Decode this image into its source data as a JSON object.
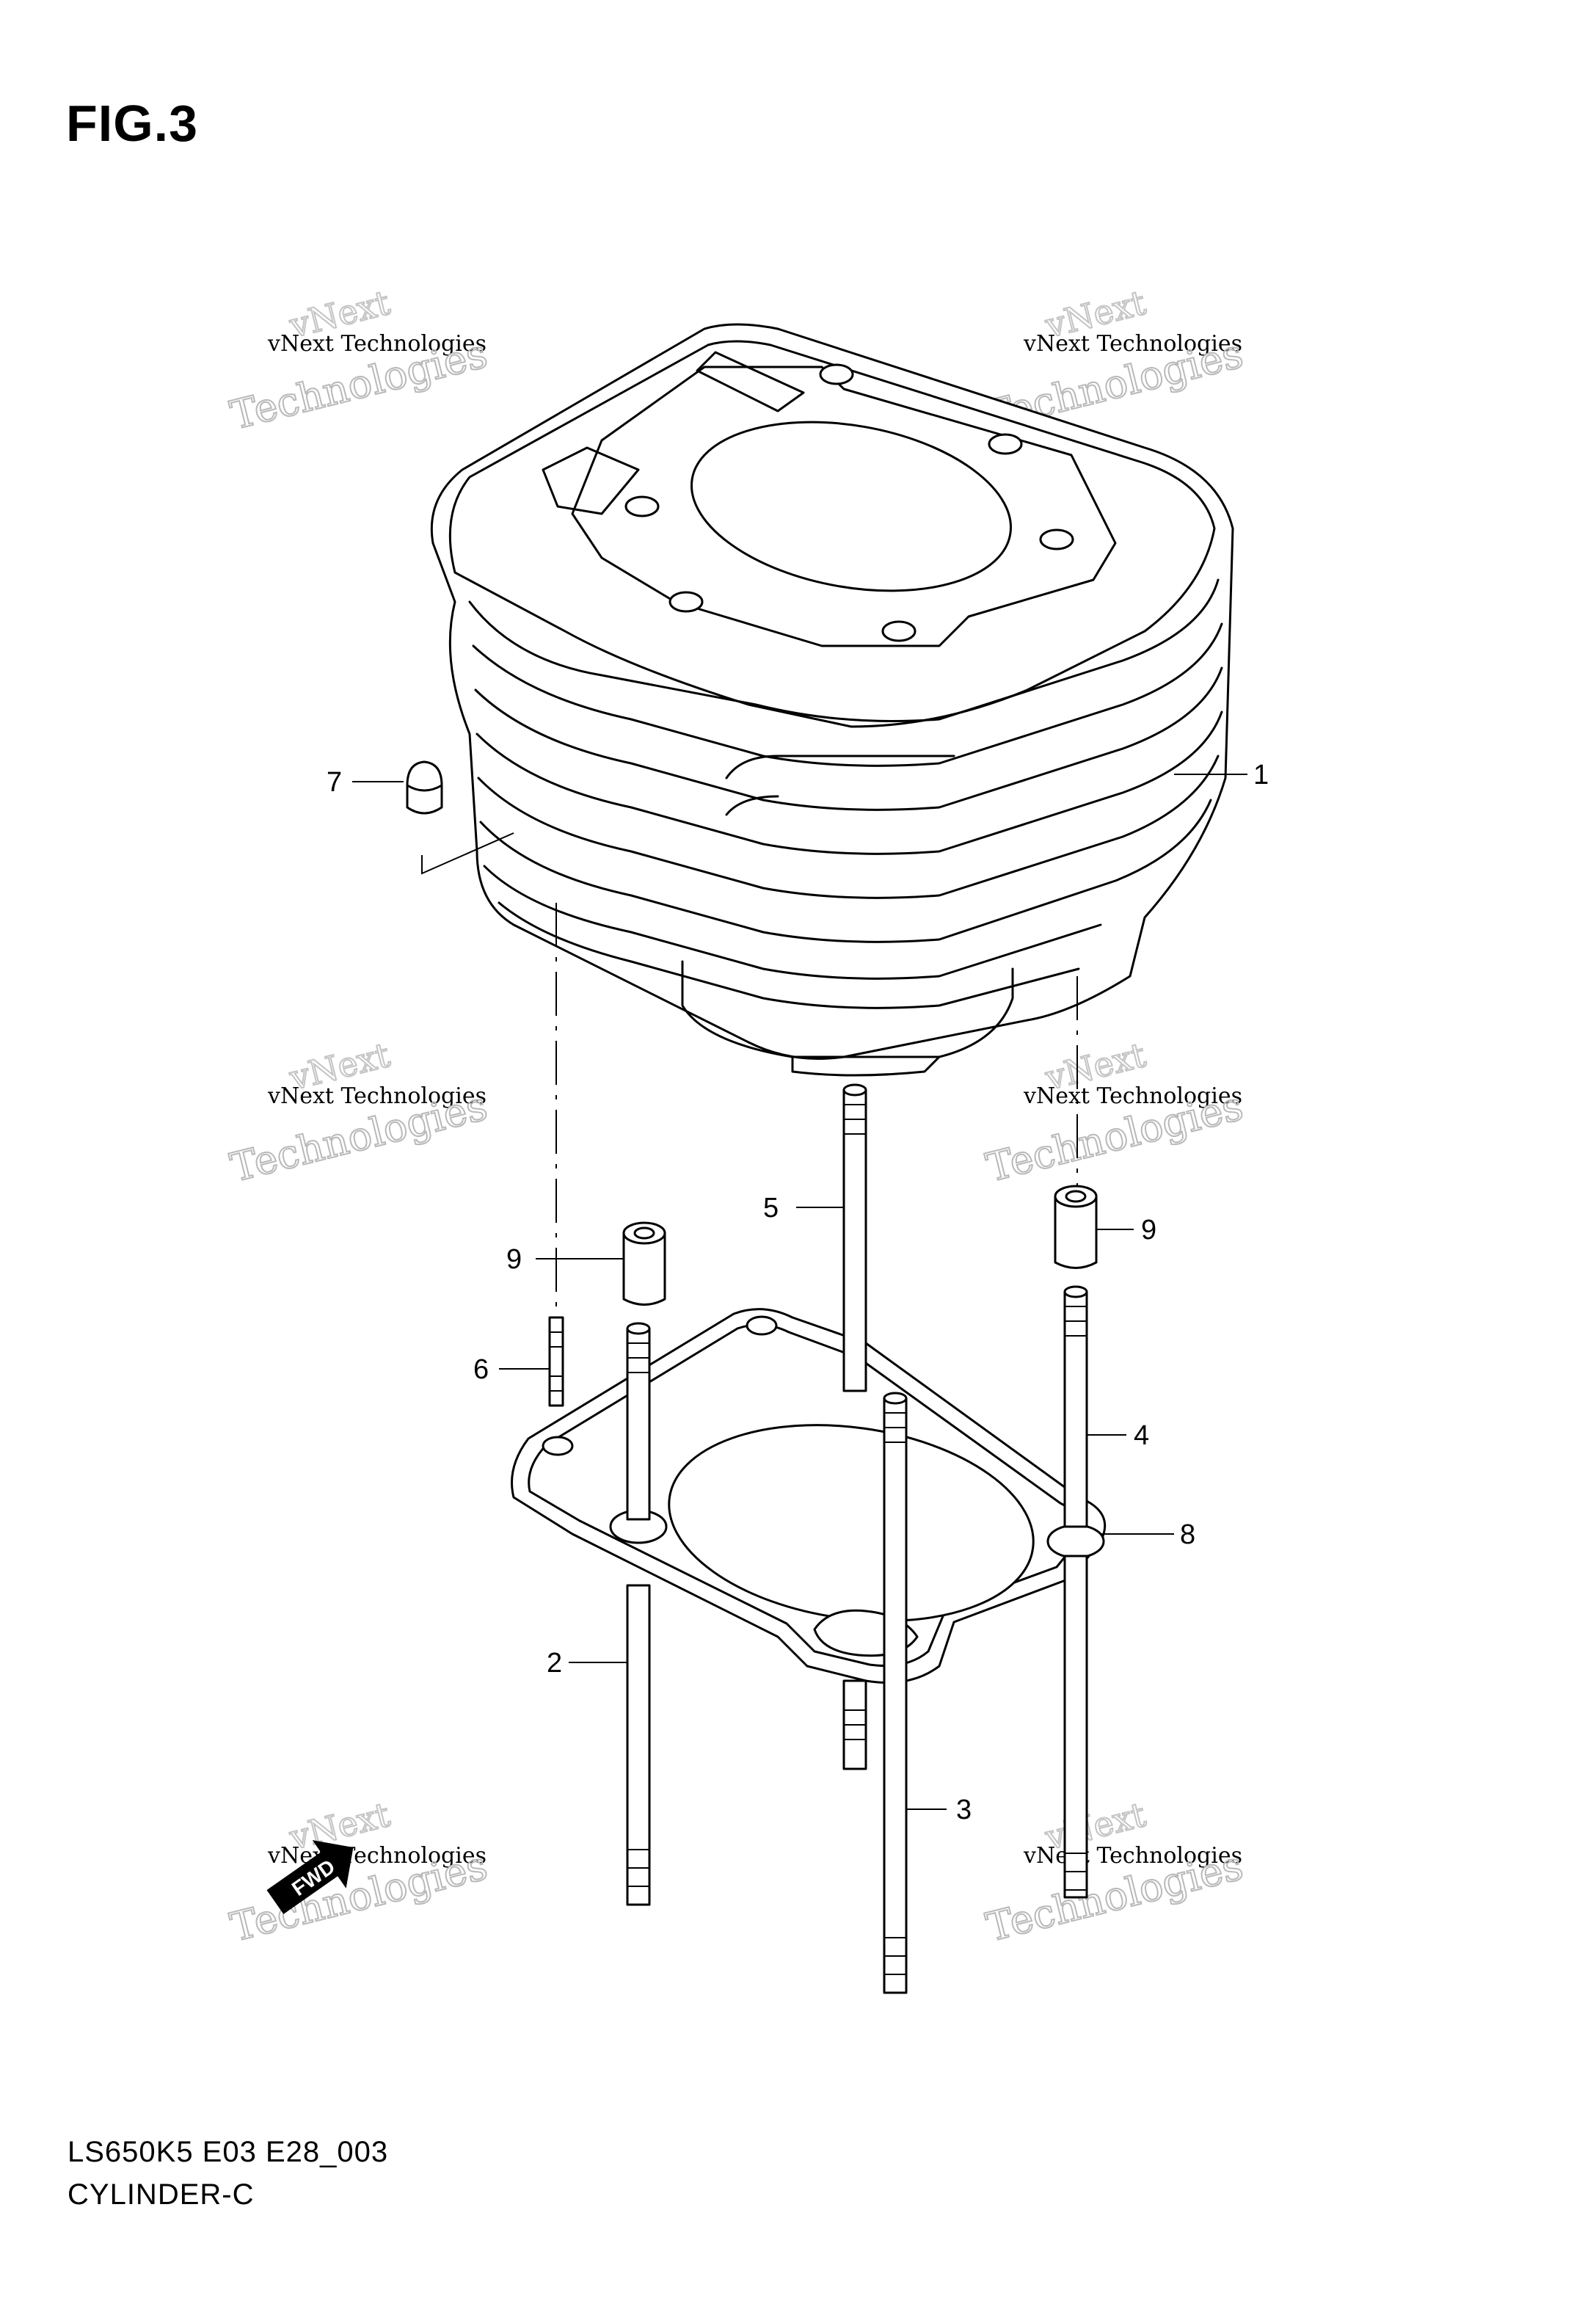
{
  "figure_title": "FIG.3",
  "footer": {
    "model_code": "LS650K5 E03 E28_003",
    "diagram_name": "CYLINDER-C"
  },
  "watermark": {
    "line_small": "vNext Technologies",
    "line_large": "Technologies",
    "line_top": "vNext"
  },
  "fwd_badge": "FWD",
  "callouts": [
    {
      "id": "1",
      "label": "1"
    },
    {
      "id": "2",
      "label": "2"
    },
    {
      "id": "3",
      "label": "3"
    },
    {
      "id": "4",
      "label": "4"
    },
    {
      "id": "5",
      "label": "5"
    },
    {
      "id": "6",
      "label": "6"
    },
    {
      "id": "7",
      "label": "7"
    },
    {
      "id": "8",
      "label": "8"
    },
    {
      "id": "9a",
      "label": "9"
    },
    {
      "id": "9b",
      "label": "9"
    }
  ]
}
